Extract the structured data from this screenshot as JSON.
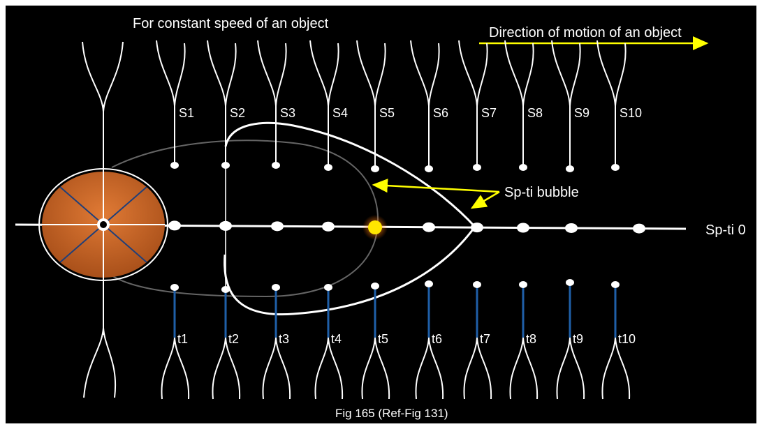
{
  "title": "For constant speed of an object",
  "direction_label": "Direction of motion of an object",
  "bubble_label": "Sp-ti bubble",
  "baseline_label": "Sp-ti 0",
  "caption": "Fig 165 (Ref-Fig 131)",
  "space_labels": [
    "S1",
    "S2",
    "S3",
    "S4",
    "S5",
    "S6",
    "S7",
    "S8",
    "S9",
    "S10"
  ],
  "time_labels": [
    "t1",
    "t2",
    "t3",
    "t4",
    "t5",
    "t6",
    "t7",
    "t8",
    "t9",
    "t10"
  ],
  "colors": {
    "background": "#000000",
    "line": "#ffffff",
    "arrow": "#ffff00",
    "time_stem": "#1f5fa8",
    "object_fill": "#c8621e",
    "object_spokes": "#1f3f7a",
    "highlight_dot": "#ffe600"
  }
}
